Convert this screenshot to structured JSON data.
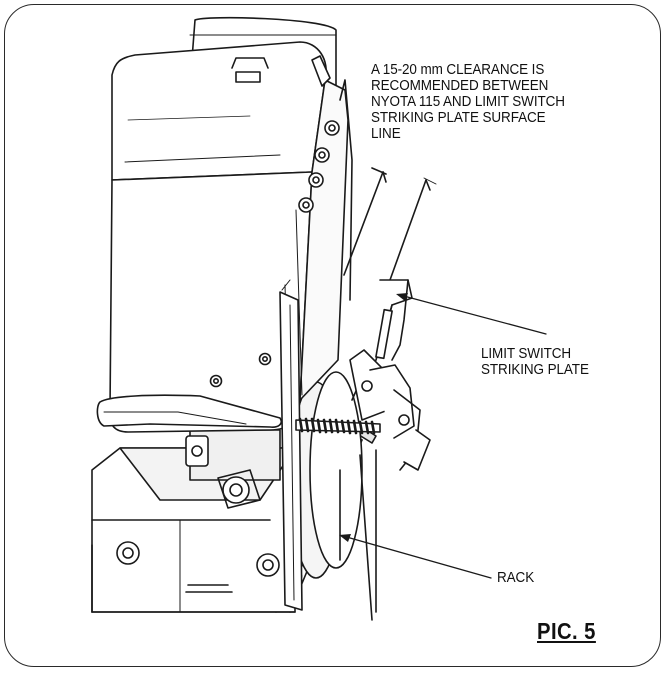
{
  "figure_label": "PIC. 5",
  "callouts": {
    "clearance": [
      "A 15-20 mm CLEARANCE IS",
      "RECOMMENDED BETWEEN",
      "NYOTA 115 AND LIMIT SWITCH",
      "STRIKING PLATE SURFACE",
      "LINE"
    ],
    "limit_switch": [
      "LIMIT SWITCH",
      "STRIKING PLATE"
    ],
    "rack": [
      "RACK"
    ]
  }
}
